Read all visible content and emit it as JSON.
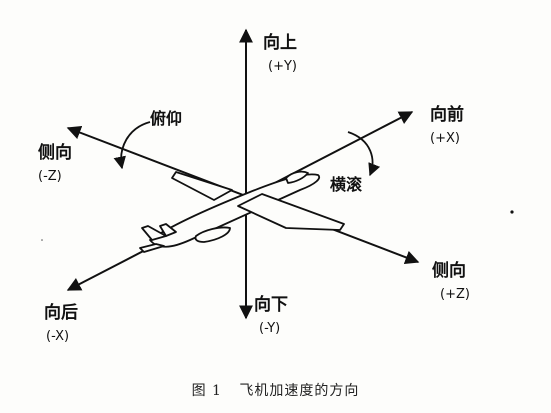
{
  "axes": {
    "up": {
      "label": "向上",
      "sub": "(+Y)"
    },
    "down": {
      "label": "向下",
      "sub": "(-Y)"
    },
    "forward": {
      "label": "向前",
      "sub": "(+X)"
    },
    "backward": {
      "label": "向后",
      "sub": "(-X)"
    },
    "side_left": {
      "label": "侧向",
      "sub": "(-Z)"
    },
    "side_right": {
      "label": "侧向",
      "sub": "(+Z)"
    }
  },
  "rotations": {
    "pitch": "俯仰",
    "roll": "横滚"
  },
  "caption": {
    "figure_no": "图 1",
    "title": "飞机加速度的方向"
  },
  "colors": {
    "ink": "#111111",
    "paper": "#fdfdfb"
  }
}
